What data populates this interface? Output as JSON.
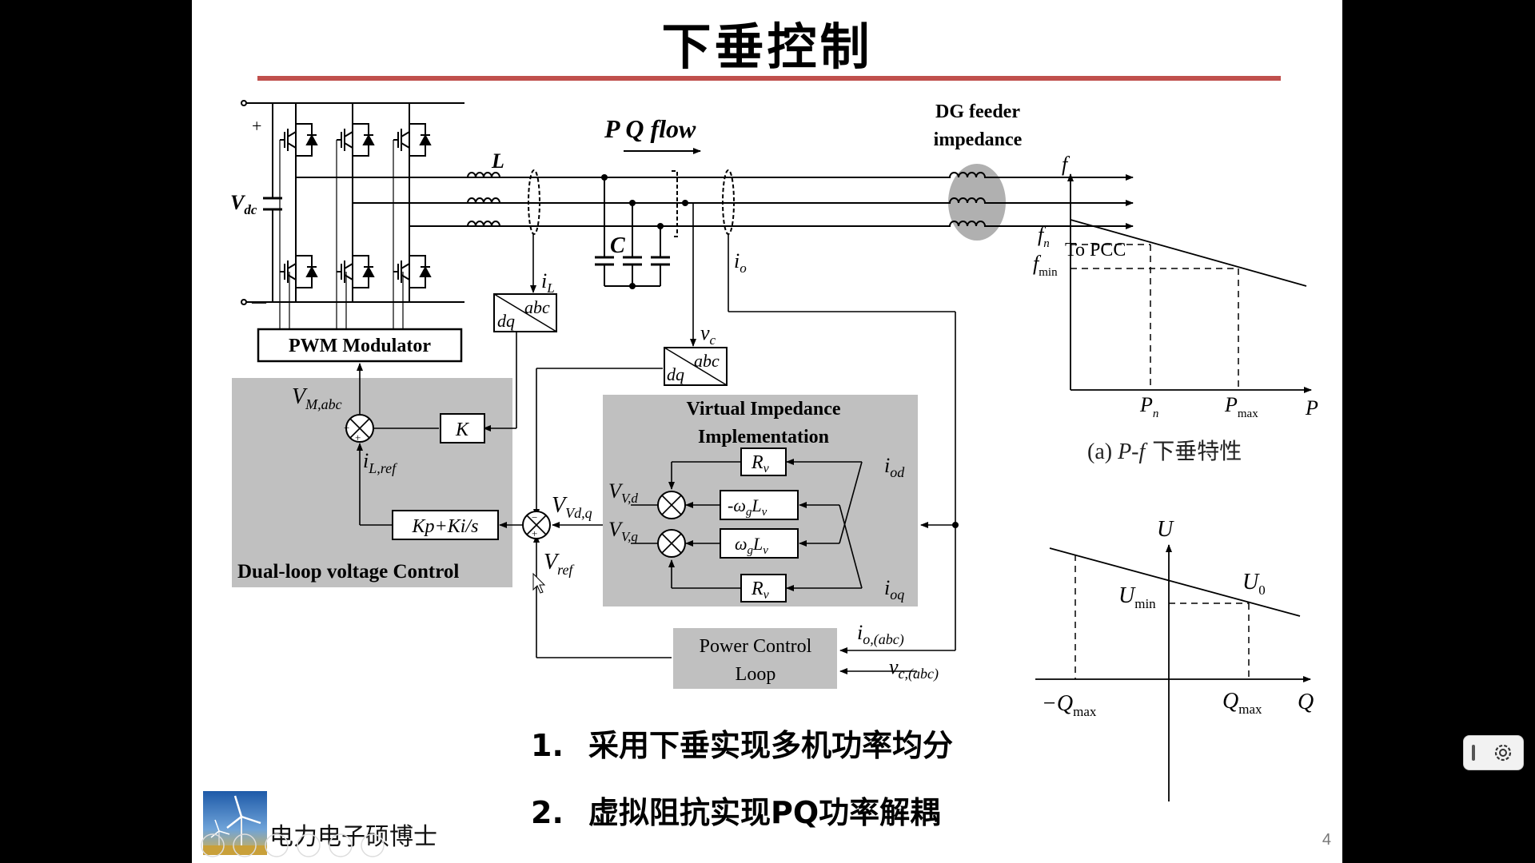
{
  "slide": {
    "title": "下垂控制",
    "page_number": "4",
    "logo_text": "电力电子硕博士"
  },
  "bullets": [
    {
      "num": "1.",
      "text": "采用下垂实现多机功率均分"
    },
    {
      "num": "2.",
      "text": "虚拟阻抗实现PQ功率解耦"
    }
  ],
  "circuit": {
    "pq_flow": "P Q flow",
    "dg_feeder_line1": "DG feeder",
    "dg_feeder_line2": "impedance",
    "to_pcc": "To PCC",
    "plus": "+",
    "minus": "—",
    "vdc": "V",
    "vdc_sub": "dc",
    "L": "L",
    "C": "C",
    "iL": "i",
    "iL_sub": "L",
    "io": "i",
    "io_sub": "o",
    "vc": "v",
    "vc_sub": "c",
    "abc": "abc",
    "dq": "dq",
    "pwm": "PWM Modulator",
    "vm": "V",
    "vm_sub": "M,abc",
    "K": "K",
    "iLref": "i",
    "iLref_sub": "L,ref",
    "kpki": "Kp+Ki/s",
    "dual_loop": "Dual-loop voltage Control",
    "vvdq": "V",
    "vvdq_sub": "Vd,q",
    "vref": "V",
    "vref_sub": "ref",
    "vi_title1": "Virtual Impedance",
    "vi_title2": "Implementation",
    "rv": "R",
    "rv_sub": "v",
    "neg_wl": "-ω",
    "neg_wl_mid": "g",
    "neg_wl_end": "L",
    "pos_wl": "ω",
    "l_sub": "v",
    "vvd": "V",
    "vvd_sub": "V,d",
    "vvq": "V",
    "vvq_sub": "V,q",
    "iod": "i",
    "iod_sub": "od",
    "ioq": "i",
    "ioq_sub": "oq",
    "pcl1": "Power Control",
    "pcl2": "Loop",
    "ioabc": "i",
    "ioabc_sub": "o,(abc)",
    "vcabc": "v",
    "vcabc_sub": "c,(abc)"
  },
  "pf_chart": {
    "y_axis": "f",
    "x_axis": "P",
    "fn": "f",
    "fn_sub": "n",
    "fmin": "f",
    "fmin_sub": "min",
    "pn": "P",
    "pn_sub": "n",
    "pmax": "P",
    "pmax_sub": "max",
    "caption_prefix": "(a) ",
    "caption_var": "P-f",
    "caption_suffix": " 下垂特性"
  },
  "qu_chart": {
    "y_axis": "U",
    "x_axis": "Q",
    "umin": "U",
    "umin_sub": "min",
    "u0": "U",
    "u0_sub": "0",
    "neg_qmax": "−Q",
    "neg_qmax_sub": "max",
    "qmax": "Q",
    "qmax_sub": "max"
  },
  "colors": {
    "title_rule": "#c0504d",
    "gray_block": "#c0c0c0",
    "background": "#ffffff",
    "frame": "#000000"
  }
}
